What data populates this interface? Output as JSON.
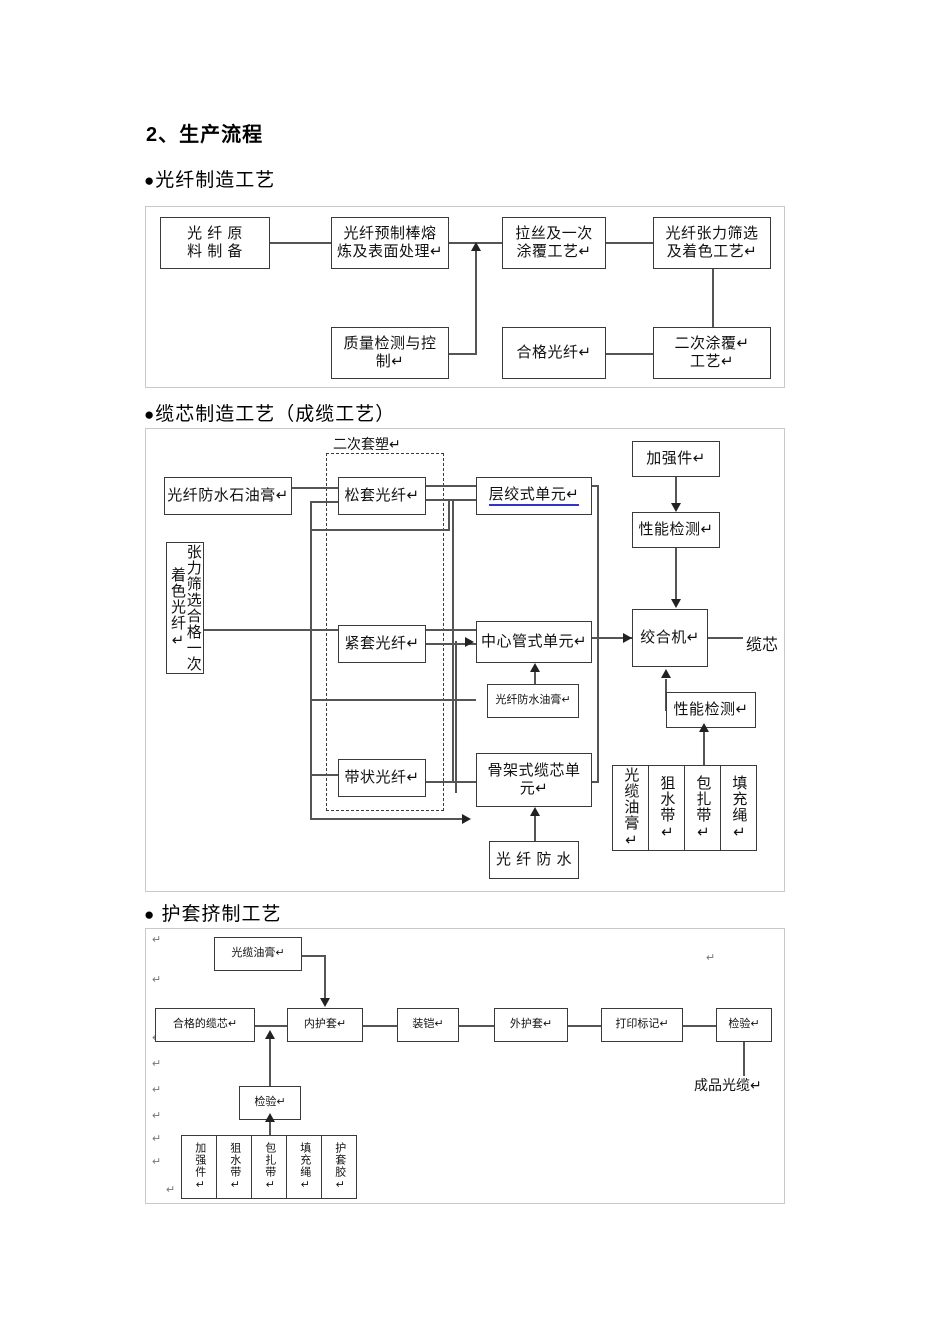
{
  "document": {
    "section_heading": "2、生产流程",
    "subheads": [
      {
        "bullet": "●",
        "text": "光纤制造工艺"
      },
      {
        "bullet": "●",
        "text": "缆芯制造工艺（成缆工艺）"
      },
      {
        "bullet": "●",
        "text": " 护套挤制工艺"
      }
    ]
  },
  "chart1": {
    "title": "光纤制造工艺",
    "nodes": {
      "raw_material": "光 纤 原\n料 制 备",
      "preform": "光纤预制棒熔\n炼及表面处理↵",
      "drawing": "拉丝及一次\n涂覆工艺↵",
      "screening": "光纤张力筛选\n及着色工艺↵",
      "quality": "质量检测与控\n制↵",
      "qualified_fiber": "合格光纤↵",
      "second_coating": "二次涂覆↵\n工艺↵"
    }
  },
  "chart2": {
    "title": "缆芯制造工艺（成缆工艺）",
    "group_label": "二次套塑↵",
    "nodes": {
      "fiber_waterproof_grease": "光纤防水石油膏↵",
      "tension_screened_fiber": "张力筛选合格一次着色光纤↵",
      "loose_tube": "松套光纤↵",
      "tight_buffered": "紧套光纤↵",
      "ribbon_fiber": "带状光纤↵",
      "stranded_unit": "层绞式单元↵",
      "central_tube_unit": "中心管式单元↵",
      "fiber_waterproof_paste": "光纤防水油膏↵",
      "skeleton_unit": "骨架式缆芯单\n元↵",
      "fiber_waterproof": "光 纤 防 水",
      "strength_member": "加强件↵",
      "perf_test_top": "性能检测↵",
      "stranding_machine": "绞合机↵",
      "perf_test_bottom": "性能检测↵",
      "cable_core_label": "缆芯"
    },
    "material_strip": [
      "光缆油膏↵",
      "狙水带↵",
      "包扎带↵",
      "填充绳↵"
    ]
  },
  "chart3": {
    "title": "护套挤制工艺",
    "nodes": {
      "cable_grease": "光缆油膏↵",
      "qualified_core": "合格的缆芯↵",
      "inner_sheath": "内护套↵",
      "armoring": "装铠↵",
      "outer_sheath": "外护套↵",
      "print_mark": "打印标记↵",
      "inspection_right": "检验↵",
      "finished_cable": "成品光缆↵",
      "inspection_bottom": "检验↵"
    },
    "material_strip": [
      "加强件↵",
      "狙水带↵",
      "包扎带↵",
      "填充绳↵",
      "护套胶↵"
    ],
    "pilcrow": "↵"
  },
  "colors": {
    "box_border": "#3a3a3a",
    "frame_border": "#c9c9c9",
    "line": "#555555",
    "arrow": "#222222",
    "spellcheck": "#3333cc",
    "text": "#111111"
  }
}
